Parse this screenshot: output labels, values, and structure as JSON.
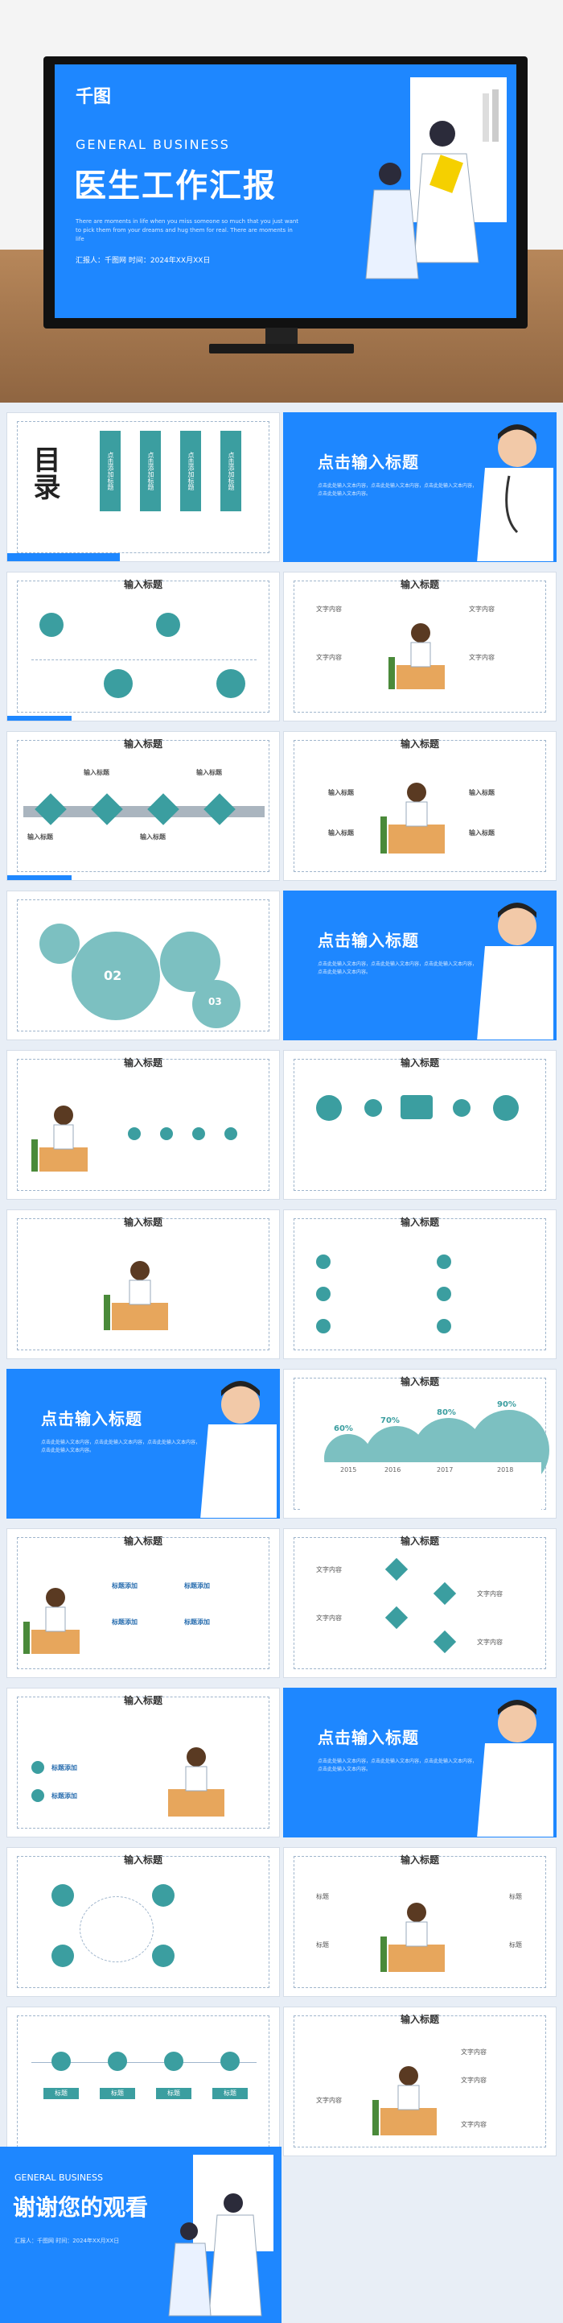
{
  "hero": {
    "logo": "千图",
    "subtitle": "GENERAL BUSINESS",
    "title": "医生工作汇报",
    "description": "There are moments in life when you miss someone so much that you just want to pick them from your dreams and hug them for real. There are moments in life",
    "meta": "汇报人：千图网 时间：2024年XX月XX日"
  },
  "slides": {
    "menu_title": "目录",
    "menu_items": [
      "点击添加标题",
      "点击添加标题",
      "点击添加标题",
      "点击添加标题"
    ],
    "section_title": "点击输入标题",
    "section_desc": "点击此处输入文本内容，点击此处输入文本内容，点击此处输入文本内容，点击此处输入文本内容。",
    "heading": "输入标题",
    "short_label": "标题",
    "input_label": "输入标题",
    "add_title": "标题添加",
    "year_labels": [
      "2015",
      "2016",
      "2017",
      "2018"
    ],
    "percent_labels": [
      "60%",
      "70%",
      "80%",
      "90%"
    ],
    "gear_center": "02",
    "gear_right": "03",
    "text_label": "文字内容",
    "bottom_labels": [
      "标题",
      "标题",
      "标题",
      "标题"
    ]
  },
  "ending": {
    "subtitle": "GENERAL BUSINESS",
    "title": "谢谢您的观看",
    "meta": "汇报人：千图网 时间：2024年XX月XX日"
  },
  "colors": {
    "brand_blue": "#1e87ff",
    "teal": "#3b9ea0",
    "wood": "#b7875a"
  }
}
